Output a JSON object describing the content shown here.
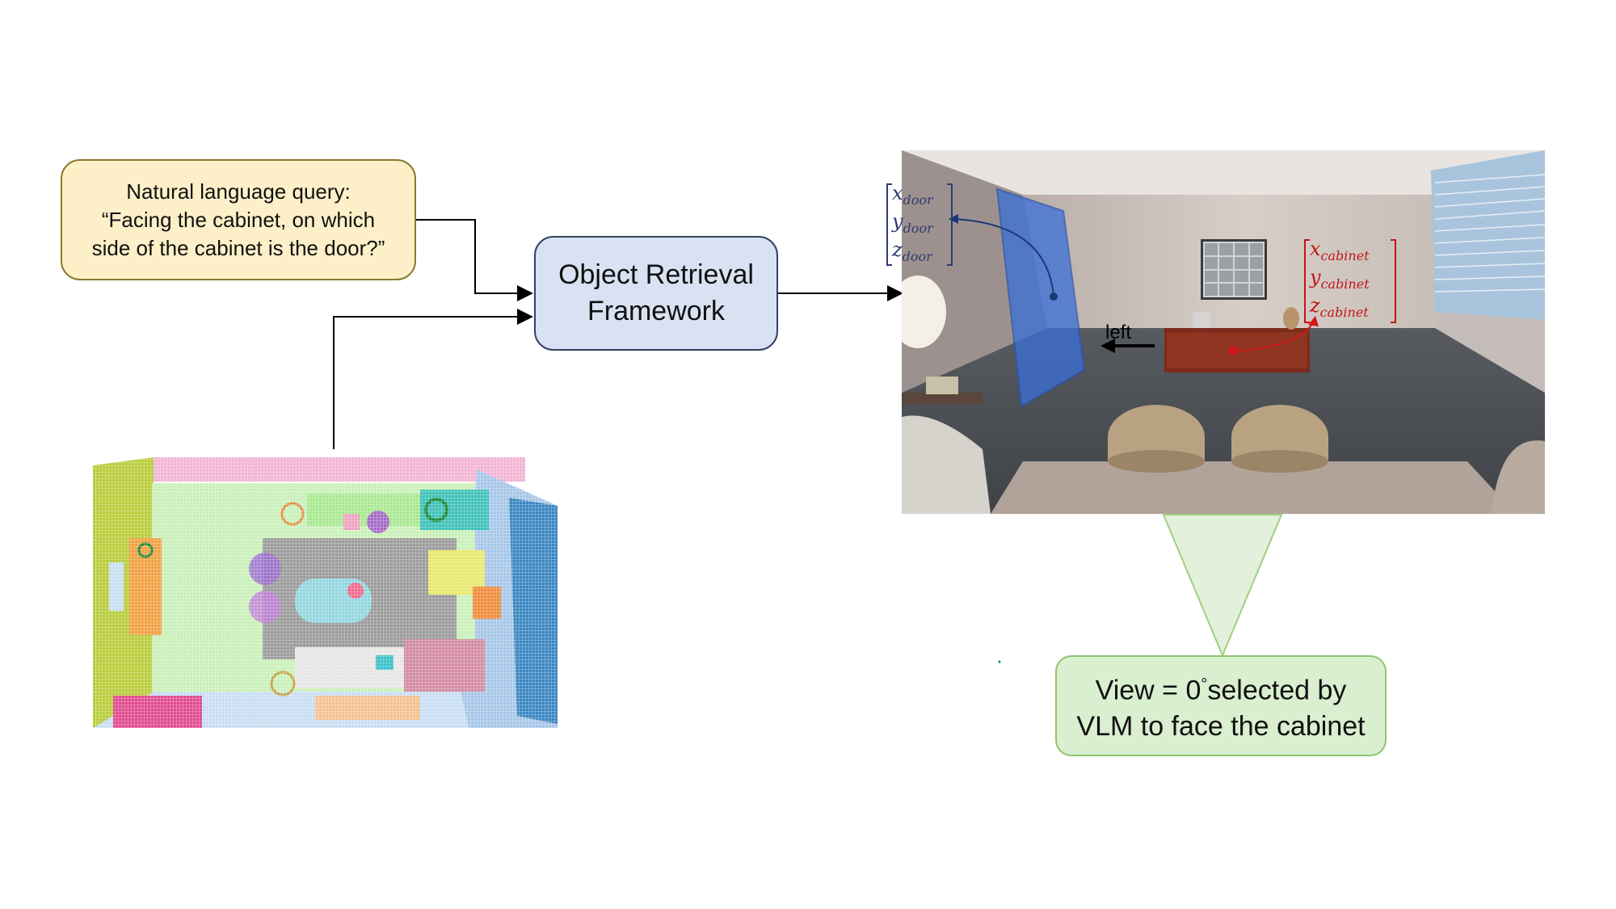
{
  "query": {
    "line1": "Natural language query:",
    "line2": "“Facing the cabinet, on which",
    "line3": "side of the cabinet is the door?”"
  },
  "framework": {
    "line1": "Object Retrieval",
    "line2": "Framework"
  },
  "view": {
    "line1_pre": "View = 0",
    "line1_deg": "°",
    "line1_post": "selected by",
    "line2": "VLM to face the cabinet"
  },
  "door_vector": {
    "x": "x",
    "x_sub": "door",
    "y": "y",
    "y_sub": "door",
    "z": "z",
    "z_sub": "door"
  },
  "cabinet_vector": {
    "x": "x",
    "x_sub": "cabinet",
    "y": "y",
    "y_sub": "cabinet",
    "z": "z",
    "z_sub": "cabinet"
  },
  "direction_label": "left",
  "colors": {
    "query_fill": "#fdf0c8",
    "framework_fill": "#d9e2f2",
    "view_fill": "#d9efcf",
    "door_overlay": "#3a6fd8",
    "cabinet_marker": "#d01818"
  }
}
